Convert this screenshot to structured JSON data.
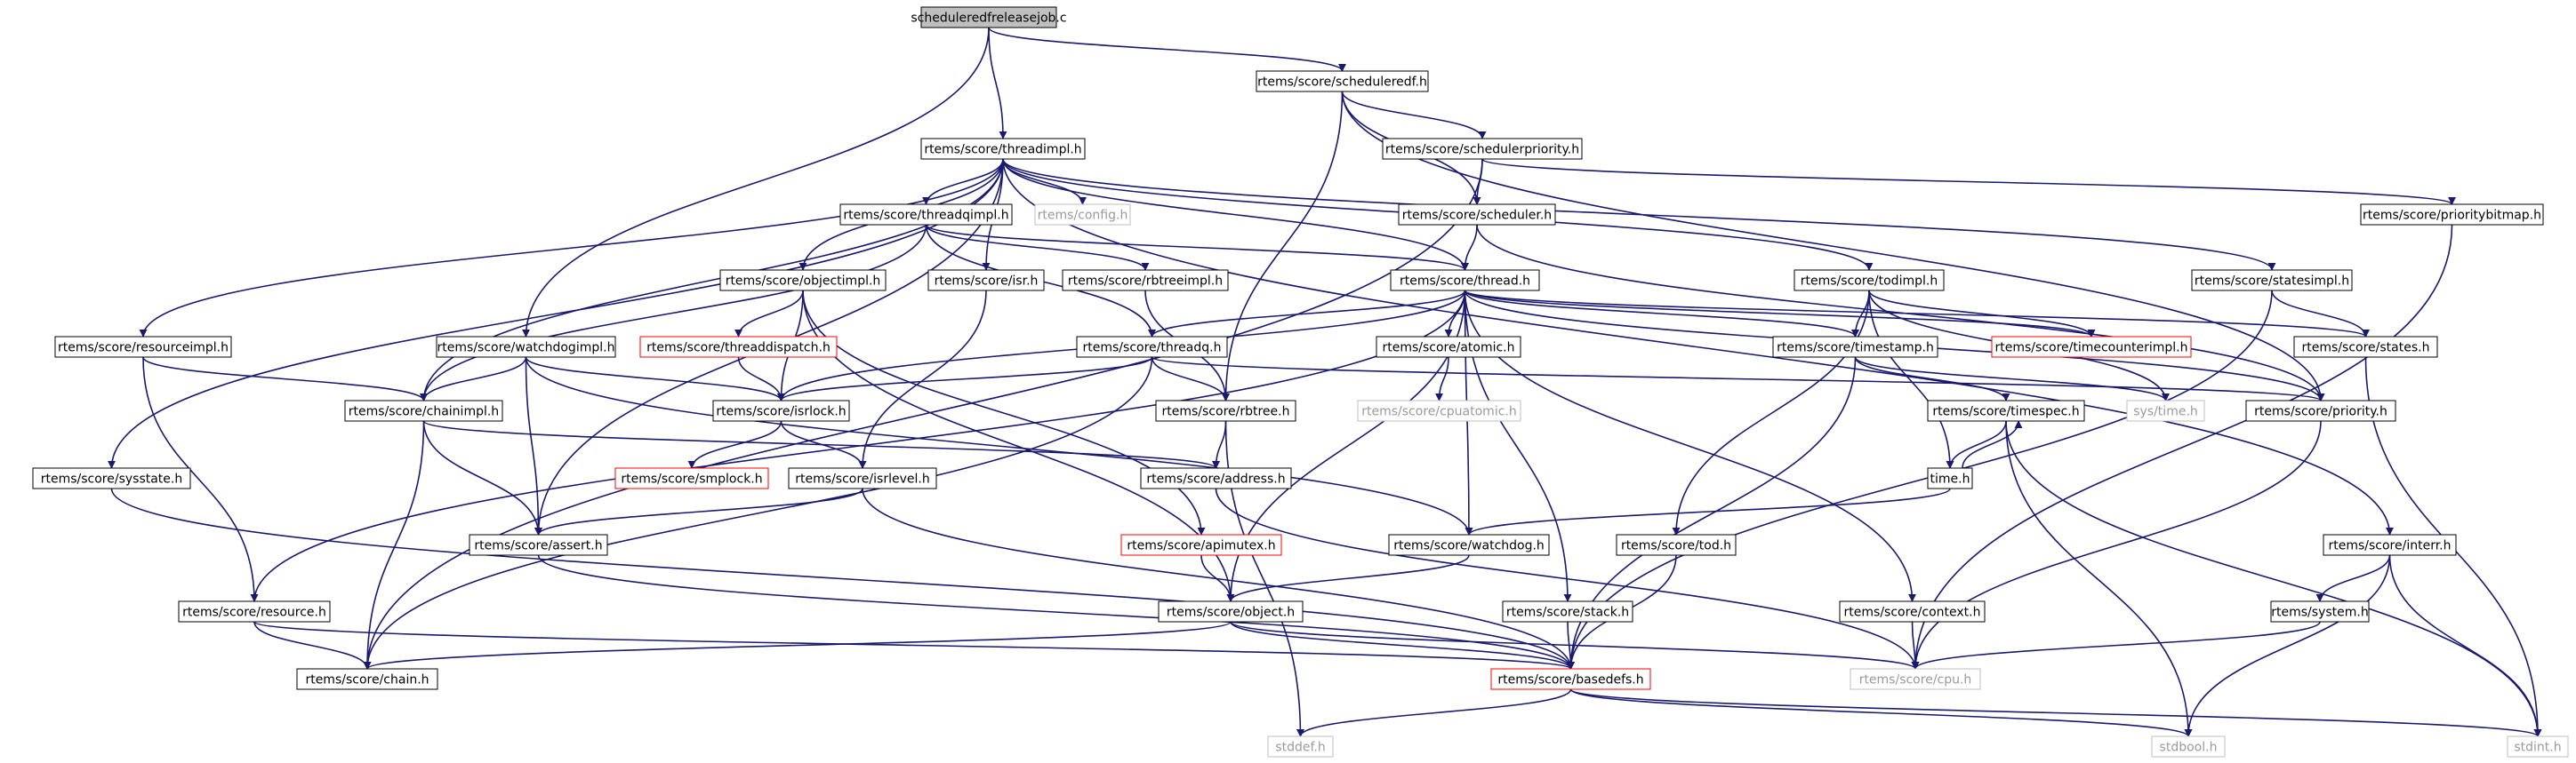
{
  "diagram": {
    "colors": {
      "edge": "#191970",
      "node_border": "#000000",
      "node_fill": "#ffffff",
      "root_fill": "#bfbfbf",
      "missing_border": "#bfbfbf",
      "undocumented_border": "#ff0000",
      "text": "#000000",
      "muted_text": "#9a9a9a"
    },
    "nodes": [
      {
        "id": "root",
        "label": "scheduleredfreleasejob.c",
        "style": "root"
      },
      {
        "id": "scheduleredf",
        "label": "rtems/score/scheduleredf.h",
        "style": "normal"
      },
      {
        "id": "threadimpl",
        "label": "rtems/score/threadimpl.h",
        "style": "normal"
      },
      {
        "id": "schedulerpriority",
        "label": "rtems/score/schedulerpriority.h",
        "style": "normal"
      },
      {
        "id": "threadqimpl",
        "label": "rtems/score/threadqimpl.h",
        "style": "normal"
      },
      {
        "id": "config",
        "label": "rtems/config.h",
        "style": "missing"
      },
      {
        "id": "scheduler",
        "label": "rtems/score/scheduler.h",
        "style": "normal"
      },
      {
        "id": "prioritybitmap",
        "label": "rtems/score/prioritybitmap.h",
        "style": "normal"
      },
      {
        "id": "objectimpl",
        "label": "rtems/score/objectimpl.h",
        "style": "normal"
      },
      {
        "id": "isr",
        "label": "rtems/score/isr.h",
        "style": "normal"
      },
      {
        "id": "rbtreeimpl",
        "label": "rtems/score/rbtreeimpl.h",
        "style": "normal"
      },
      {
        "id": "thread",
        "label": "rtems/score/thread.h",
        "style": "normal"
      },
      {
        "id": "todimpl",
        "label": "rtems/score/todimpl.h",
        "style": "normal"
      },
      {
        "id": "statesimpl",
        "label": "rtems/score/statesimpl.h",
        "style": "normal"
      },
      {
        "id": "resourceimpl",
        "label": "rtems/score/resourceimpl.h",
        "style": "normal"
      },
      {
        "id": "watchdogimpl",
        "label": "rtems/score/watchdogimpl.h",
        "style": "normal"
      },
      {
        "id": "threaddispatch",
        "label": "rtems/score/threaddispatch.h",
        "style": "undocumented"
      },
      {
        "id": "threadq",
        "label": "rtems/score/threadq.h",
        "style": "normal"
      },
      {
        "id": "atomic",
        "label": "rtems/score/atomic.h",
        "style": "normal"
      },
      {
        "id": "timecounterimpl",
        "label": "rtems/score/timecounterimpl.h",
        "style": "undocumented"
      },
      {
        "id": "timestamp",
        "label": "rtems/score/timestamp.h",
        "style": "normal"
      },
      {
        "id": "states",
        "label": "rtems/score/states.h",
        "style": "normal"
      },
      {
        "id": "chainimpl",
        "label": "rtems/score/chainimpl.h",
        "style": "normal"
      },
      {
        "id": "isrlock",
        "label": "rtems/score/isrlock.h",
        "style": "normal"
      },
      {
        "id": "rbtree",
        "label": "rtems/score/rbtree.h",
        "style": "normal"
      },
      {
        "id": "cpuatomic",
        "label": "rtems/score/cpuatomic.h",
        "style": "missing"
      },
      {
        "id": "systime",
        "label": "sys/time.h",
        "style": "missing"
      },
      {
        "id": "timespec",
        "label": "rtems/score/timespec.h",
        "style": "normal"
      },
      {
        "id": "priority",
        "label": "rtems/score/priority.h",
        "style": "normal"
      },
      {
        "id": "sysstate",
        "label": "rtems/score/sysstate.h",
        "style": "normal"
      },
      {
        "id": "smplock",
        "label": "rtems/score/smplock.h",
        "style": "undocumented"
      },
      {
        "id": "isrlevel",
        "label": "rtems/score/isrlevel.h",
        "style": "normal"
      },
      {
        "id": "address",
        "label": "rtems/score/address.h",
        "style": "normal"
      },
      {
        "id": "time",
        "label": "time.h",
        "style": "normal"
      },
      {
        "id": "assert",
        "label": "rtems/score/assert.h",
        "style": "normal"
      },
      {
        "id": "apimutex",
        "label": "rtems/score/apimutex.h",
        "style": "undocumented"
      },
      {
        "id": "watchdog",
        "label": "rtems/score/watchdog.h",
        "style": "normal"
      },
      {
        "id": "tod",
        "label": "rtems/score/tod.h",
        "style": "normal"
      },
      {
        "id": "interr",
        "label": "rtems/score/interr.h",
        "style": "normal"
      },
      {
        "id": "resource",
        "label": "rtems/score/resource.h",
        "style": "normal"
      },
      {
        "id": "object",
        "label": "rtems/score/object.h",
        "style": "normal"
      },
      {
        "id": "stack",
        "label": "rtems/score/stack.h",
        "style": "normal"
      },
      {
        "id": "context",
        "label": "rtems/score/context.h",
        "style": "normal"
      },
      {
        "id": "system",
        "label": "rtems/system.h",
        "style": "normal"
      },
      {
        "id": "chain",
        "label": "rtems/score/chain.h",
        "style": "normal"
      },
      {
        "id": "basedefs",
        "label": "rtems/score/basedefs.h",
        "style": "undocumented"
      },
      {
        "id": "cpu",
        "label": "rtems/score/cpu.h",
        "style": "missing"
      },
      {
        "id": "stddef",
        "label": "stddef.h",
        "style": "missing"
      },
      {
        "id": "stdbool",
        "label": "stdbool.h",
        "style": "missing"
      },
      {
        "id": "stdint",
        "label": "stdint.h",
        "style": "missing"
      }
    ],
    "edges": [
      [
        "root",
        "scheduleredf"
      ],
      [
        "root",
        "threadimpl"
      ],
      [
        "root",
        "watchdogimpl"
      ],
      [
        "scheduleredf",
        "schedulerpriority"
      ],
      [
        "scheduleredf",
        "scheduler"
      ],
      [
        "scheduleredf",
        "rbtree"
      ],
      [
        "scheduleredf",
        "priority"
      ],
      [
        "threadimpl",
        "threadqimpl"
      ],
      [
        "threadimpl",
        "config"
      ],
      [
        "threadimpl",
        "objectimpl"
      ],
      [
        "threadimpl",
        "isr"
      ],
      [
        "threadimpl",
        "thread"
      ],
      [
        "threadimpl",
        "todimpl"
      ],
      [
        "threadimpl",
        "statesimpl"
      ],
      [
        "threadimpl",
        "resourceimpl"
      ],
      [
        "threadimpl",
        "chainimpl"
      ],
      [
        "threadimpl",
        "assert"
      ],
      [
        "threadimpl",
        "sysstate"
      ],
      [
        "threadimpl",
        "interr"
      ],
      [
        "schedulerpriority",
        "scheduler"
      ],
      [
        "schedulerpriority",
        "prioritybitmap"
      ],
      [
        "schedulerpriority",
        "chain"
      ],
      [
        "scheduler",
        "thread"
      ],
      [
        "scheduler",
        "priority"
      ],
      [
        "prioritybitmap",
        "cpu"
      ],
      [
        "threadqimpl",
        "chainimpl"
      ],
      [
        "threadqimpl",
        "threadq"
      ],
      [
        "threadqimpl",
        "thread"
      ],
      [
        "threadqimpl",
        "rbtreeimpl"
      ],
      [
        "objectimpl",
        "threaddispatch"
      ],
      [
        "objectimpl",
        "isrlock"
      ],
      [
        "objectimpl",
        "object"
      ],
      [
        "objectimpl",
        "apimutex"
      ],
      [
        "isr",
        "isrlevel"
      ],
      [
        "rbtreeimpl",
        "rbtree"
      ],
      [
        "thread",
        "threadq"
      ],
      [
        "thread",
        "atomic"
      ],
      [
        "thread",
        "timestamp"
      ],
      [
        "thread",
        "states"
      ],
      [
        "thread",
        "priority"
      ],
      [
        "thread",
        "isrlock"
      ],
      [
        "thread",
        "resource"
      ],
      [
        "thread",
        "object"
      ],
      [
        "thread",
        "watchdog"
      ],
      [
        "thread",
        "stack"
      ],
      [
        "thread",
        "context"
      ],
      [
        "thread",
        "timecounterimpl"
      ],
      [
        "todimpl",
        "timestamp"
      ],
      [
        "todimpl",
        "timecounterimpl"
      ],
      [
        "todimpl",
        "tod"
      ],
      [
        "todimpl",
        "time"
      ],
      [
        "todimpl",
        "systime"
      ],
      [
        "statesimpl",
        "states"
      ],
      [
        "statesimpl",
        "basedefs"
      ],
      [
        "resourceimpl",
        "chainimpl"
      ],
      [
        "resourceimpl",
        "resource"
      ],
      [
        "watchdogimpl",
        "chainimpl"
      ],
      [
        "watchdogimpl",
        "isrlock"
      ],
      [
        "watchdogimpl",
        "assert"
      ],
      [
        "watchdogimpl",
        "watchdog"
      ],
      [
        "threaddispatch",
        "isrlock"
      ],
      [
        "threadq",
        "isrlock"
      ],
      [
        "threadq",
        "rbtree"
      ],
      [
        "threadq",
        "priority"
      ],
      [
        "threadq",
        "chain"
      ],
      [
        "atomic",
        "cpuatomic"
      ],
      [
        "timestamp",
        "timespec"
      ],
      [
        "timestamp",
        "systime"
      ],
      [
        "timestamp",
        "basedefs"
      ],
      [
        "states",
        "stdint"
      ],
      [
        "chainimpl",
        "chain"
      ],
      [
        "chainimpl",
        "address"
      ],
      [
        "chainimpl",
        "assert"
      ],
      [
        "isrlock",
        "smplock"
      ],
      [
        "isrlock",
        "isrlevel"
      ],
      [
        "rbtree",
        "address"
      ],
      [
        "rbtree",
        "stddef"
      ],
      [
        "timespec",
        "time"
      ],
      [
        "timespec",
        "stdbool"
      ],
      [
        "timespec",
        "stdint"
      ],
      [
        "priority",
        "cpu"
      ],
      [
        "sysstate",
        "basedefs"
      ],
      [
        "isrlevel",
        "assert"
      ],
      [
        "isrlevel",
        "basedefs"
      ],
      [
        "address",
        "cpu"
      ],
      [
        "time",
        "timespec"
      ],
      [
        "time",
        "watchdog"
      ],
      [
        "assert",
        "basedefs"
      ],
      [
        "apimutex",
        "object"
      ],
      [
        "watchdog",
        "object"
      ],
      [
        "tod",
        "basedefs"
      ],
      [
        "interr",
        "system"
      ],
      [
        "interr",
        "stdbool"
      ],
      [
        "interr",
        "stdint"
      ],
      [
        "resource",
        "chain"
      ],
      [
        "resource",
        "basedefs"
      ],
      [
        "object",
        "chain"
      ],
      [
        "object",
        "basedefs"
      ],
      [
        "object",
        "cpu"
      ],
      [
        "stack",
        "basedefs"
      ],
      [
        "context",
        "cpu"
      ],
      [
        "system",
        "cpu"
      ],
      [
        "basedefs",
        "stddef"
      ],
      [
        "basedefs",
        "stdbool"
      ],
      [
        "basedefs",
        "stdint"
      ]
    ]
  }
}
